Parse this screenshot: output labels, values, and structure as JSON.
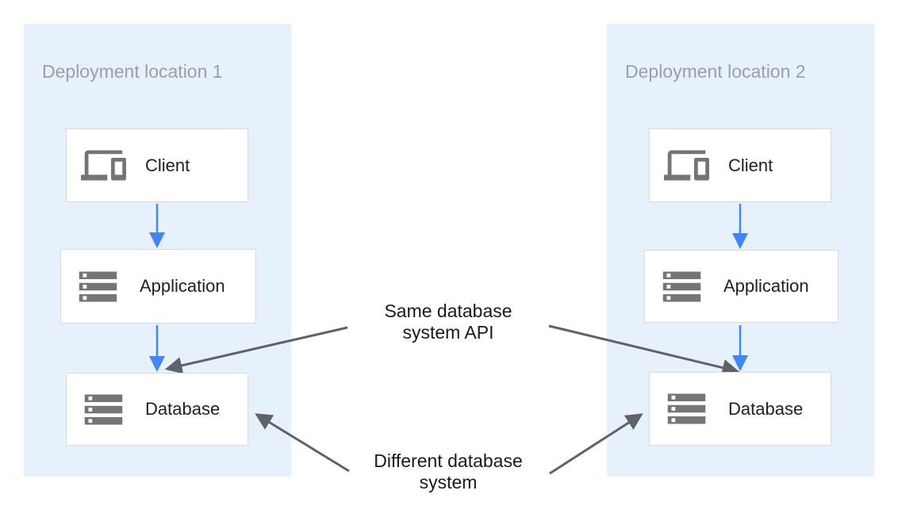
{
  "diagram": {
    "panels": [
      {
        "title": "Deployment location 1",
        "nodes": [
          {
            "label": "Client",
            "icon": "devices-icon"
          },
          {
            "label": "Application",
            "icon": "storage-icon"
          },
          {
            "label": "Database",
            "icon": "storage-icon"
          }
        ]
      },
      {
        "title": "Deployment location 2",
        "nodes": [
          {
            "label": "Client",
            "icon": "devices-icon"
          },
          {
            "label": "Application",
            "icon": "storage-icon"
          },
          {
            "label": "Database",
            "icon": "storage-icon"
          }
        ]
      }
    ],
    "annotations": [
      {
        "lines": [
          "Same database",
          "system API"
        ]
      },
      {
        "lines": [
          "Different database",
          "system"
        ]
      }
    ],
    "colors": {
      "panel_bg": "#e7f1fb",
      "flow_arrow": "#4285f4",
      "annotation_arrow": "#5f6368",
      "box_border": "#d8dadd",
      "box_bg": "#ffffff",
      "icon_gray": "#757575",
      "title_text": "#9aa0a6",
      "label_text": "#212121",
      "annotation_text": "#1a1a1a",
      "page_bg": "#ffffff"
    }
  }
}
